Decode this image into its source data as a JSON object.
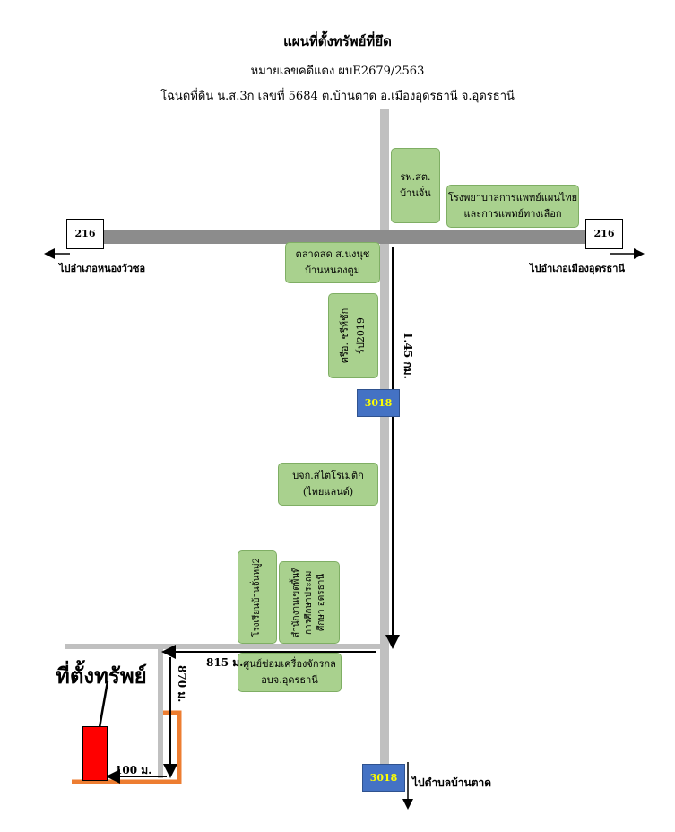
{
  "header": {
    "title": "แผนที่ตั้งทรัพย์ที่ยึด",
    "case": "หมายเลขคดีแดง ผบE2679/2563",
    "deed": "โฉนดที่ดิน น.ส.3ก เลขที่ 5684 ต.บ้านตาด อ.เมืองอุดรธานี จ.อุดรธานี"
  },
  "road_signs": {
    "left": "216",
    "right": "216",
    "top_3018": "3018",
    "bottom_3018": "3018"
  },
  "directions": {
    "left": "ไปอำเภอหนองวัวซอ",
    "right": "ไปอำเภอเมืองอุดรธานี",
    "bottom": "ไปตำบลบ้านตาด"
  },
  "distances": {
    "main": "1.45 กม.",
    "branch": "815 ม.",
    "side": "870 ม.",
    "last": "100 ม."
  },
  "landmarks": {
    "hospital_lines": [
      "รพ.สต.",
      "บ้านจั่น"
    ],
    "thai_med_lines": [
      "โรงพยาบาลการแพทย์แผนไทย",
      "และการแพทย์ทางเลือก"
    ],
    "market_lines": [
      "ตลาดสด ส.นงนุช",
      "บ้านหนองตูม"
    ],
    "cenrb": "ศรีอ. ชรีห์ชักร์ป2019",
    "company_lines": [
      "บจก.สไตโรเมติก",
      "(ไทยแลนด์)"
    ],
    "school": "โรงเรียนบ้านจั่นหมู่2",
    "office": "สำนักงานเขตพื้นที่การศึกษาประถมศึกษา อุดรธานี",
    "repair_lines": [
      "ศูนย์ซ่อมเครื่องจักรกล",
      "อบจ.อุดรธานี"
    ]
  },
  "property_label": "ที่ตั้งทรัพย์",
  "colors": {
    "main_road": "#8c8c8c",
    "minor_road": "#c0c0c0",
    "landmark": "#a9d18e",
    "route_sign": "#4472c4",
    "property": "#ff0000",
    "path": "#ed7d31"
  }
}
